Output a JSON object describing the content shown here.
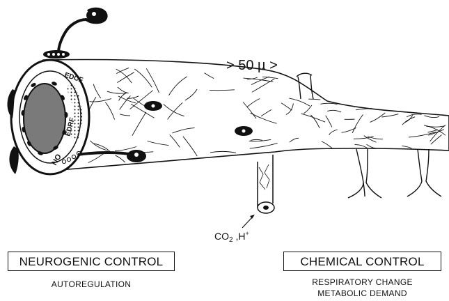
{
  "diagram": {
    "distance_label": "> 50 µ >",
    "gas_label_co2": "CO",
    "gas_label_co2_sub": "2",
    "gas_label_h": " ,H",
    "gas_label_h_sup": "+",
    "ring_labels": {
      "edcf": "EDCF",
      "edrf": "EDRF",
      "no": "NO"
    }
  },
  "panels": {
    "neurogenic": {
      "title": "NEUROGENIC CONTROL",
      "caption": "AUTOREGULATION"
    },
    "chemical": {
      "title": "CHEMICAL CONTROL",
      "caption_line1": "RESPIRATORY CHANGE",
      "caption_line2": "METABOLIC DEMAND"
    }
  },
  "colors": {
    "ink": "#111111",
    "lumen_fill": "#7a7a7a",
    "background": "#ffffff"
  }
}
